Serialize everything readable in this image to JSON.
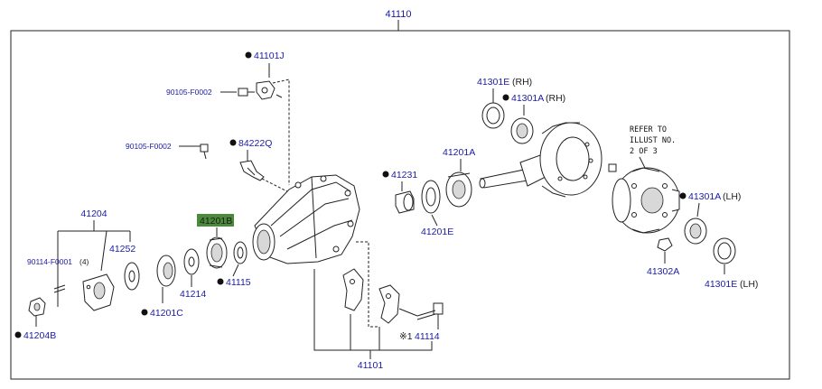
{
  "diagram": {
    "assembly_label": "41110",
    "case_label": "41101",
    "note_lines": [
      "REFER TO",
      "ILLUST NO.",
      "2 OF 3"
    ],
    "highlight_color": "#4a8a3a",
    "label_color": "#1a1aa6",
    "parts": {
      "p41101J": "41101J",
      "p90105a": "90105-F0002",
      "p90105b": "90105-F0002",
      "p84222Q": "84222Q",
      "p41204": "41204",
      "p90114": "90114-F0001",
      "p90114_qty": "(4)",
      "p41252": "41252",
      "p41201B": "41201B",
      "p41214": "41214",
      "p41115": "41115",
      "p41201C": "41201C",
      "p41204B": "41204B",
      "p41231": "41231",
      "p41201A": "41201A",
      "p41201E": "41201E",
      "p41301E_rh": "41301E",
      "p41301E_rh_side": "(RH)",
      "p41301A_rh": "41301A",
      "p41301A_rh_side": "(RH)",
      "p41301A_lh": "41301A",
      "p41301A_lh_side": "(LH)",
      "p41302A": "41302A",
      "p41301E_lh": "41301E",
      "p41301E_lh_side": "(LH)",
      "p41114_mark": "※1",
      "p41114": "41114"
    }
  }
}
